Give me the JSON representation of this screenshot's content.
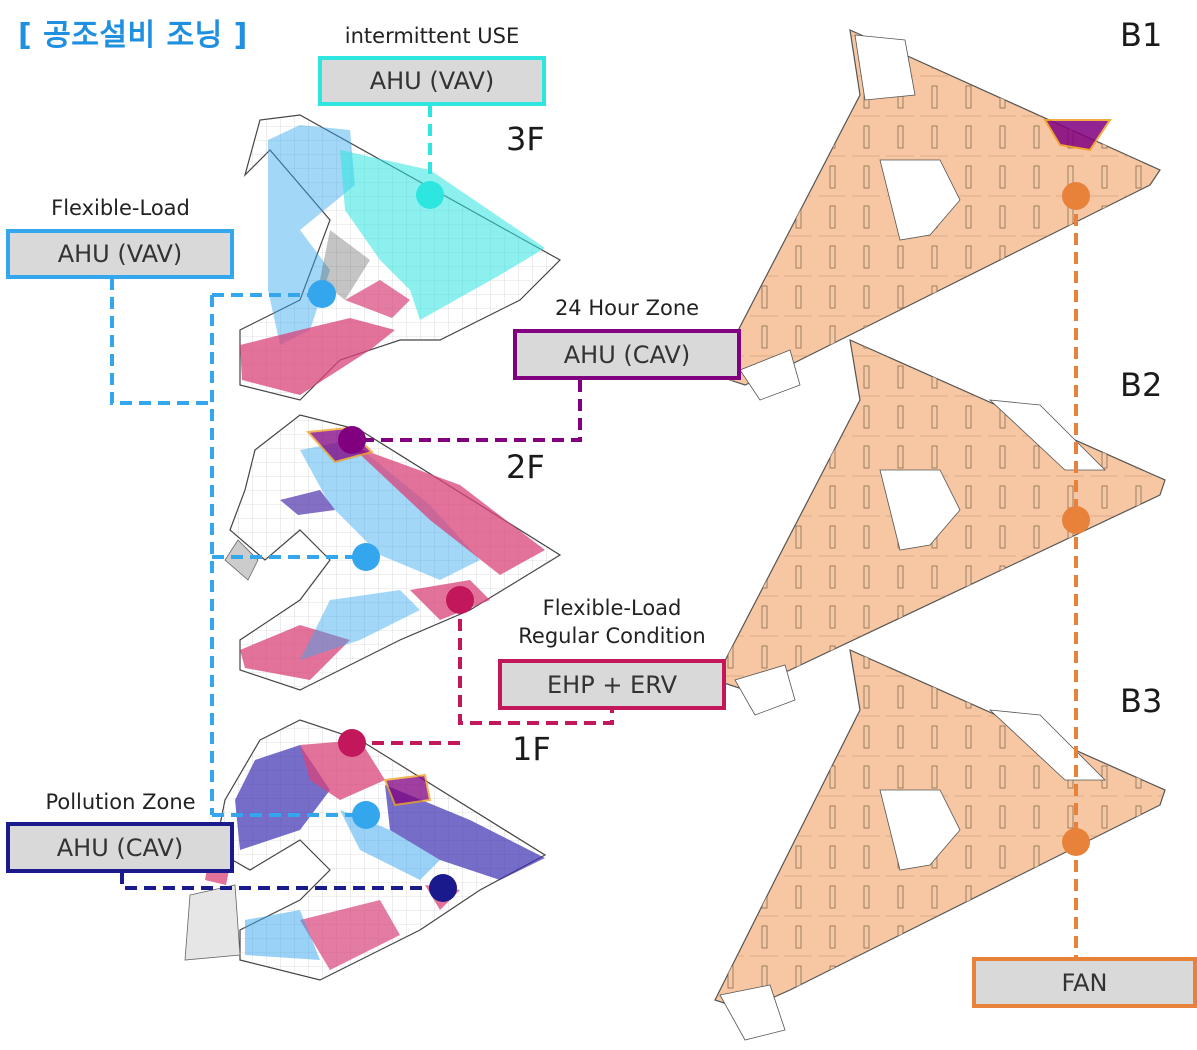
{
  "title": "[ 공조설비 조닝 ]",
  "colors": {
    "cyan": "#2ee6e0",
    "blue": "#33a6ee",
    "purple": "#800080",
    "crimson": "#c2185b",
    "navy": "#1a1a8c",
    "orange": "#e8823a",
    "box_fill": "#d9d9d9"
  },
  "floors": {
    "f3": "3F",
    "f2": "2F",
    "f1": "1F",
    "b1": "B1",
    "b2": "B2",
    "b3": "B3"
  },
  "equipment": [
    {
      "id": "intermittent",
      "caption": "intermittent USE",
      "label": "AHU (VAV)",
      "color": "#2ee6e0"
    },
    {
      "id": "flexible",
      "caption": "Flexible-Load",
      "label": "AHU (VAV)",
      "color": "#33a6ee"
    },
    {
      "id": "h24",
      "caption": "24 Hour Zone",
      "label": "AHU (CAV)",
      "color": "#800080"
    },
    {
      "id": "regular",
      "caption_line1": "Flexible-Load",
      "caption_line2": "Regular Condition",
      "label": "EHP + ERV",
      "color": "#c2185b"
    },
    {
      "id": "pollution",
      "caption": "Pollution Zone",
      "label": "AHU (CAV)",
      "color": "#1a1a8c"
    },
    {
      "id": "fan",
      "label": "FAN",
      "color": "#e8823a"
    }
  ]
}
